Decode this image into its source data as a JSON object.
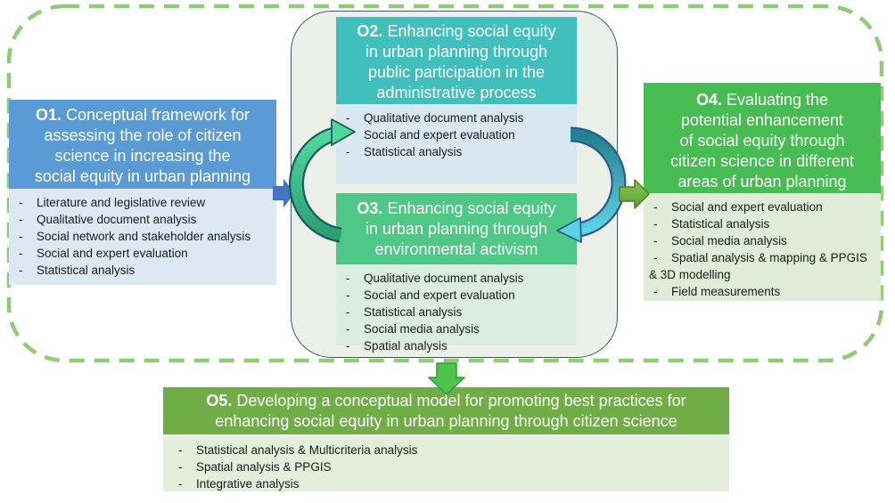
{
  "figure": {
    "kind": "research-objectives-diagram",
    "dashed_border_color": "#8FCB78"
  },
  "ui": {
    "bullet": "-"
  },
  "core": {
    "bg": "#EBF0E8",
    "border": "#44546A"
  },
  "boxes": {
    "o1": {
      "prefix": "O1.",
      "title": "Conceptual framework for assessing the role of citizen science in increasing the social equity in urban planning",
      "header_bg": "#5B9BD5",
      "body_bg": "#DCE9F5",
      "items": [
        "Literature and legislative review",
        "Qualitative document analysis",
        "Social network and stakeholder analysis",
        "Social and expert evaluation",
        "Statistical analysis"
      ]
    },
    "o2": {
      "prefix": "O2.",
      "title": "Enhancing social equity in urban planning through public participation in the administrative process",
      "header_bg": "#40BFBC",
      "body_bg": "#D8E7F0",
      "items": [
        "Qualitative document analysis",
        "Social and expert evaluation",
        "Statistical analysis"
      ]
    },
    "o3": {
      "prefix": "O3.",
      "title": "Enhancing social equity in urban planning through environmental activism",
      "header_bg": "#4EC787",
      "body_bg": "#DBEDE2",
      "items": [
        "Qualitative document analysis",
        "Social and expert evaluation",
        "Statistical analysis",
        "Social media analysis",
        "Spatial analysis"
      ]
    },
    "o4": {
      "prefix": "O4.",
      "title": "Evaluating the potential enhancement of social equity through citizen science in different areas of urban planning",
      "header_bg": "#46BC52",
      "body_bg": "#DFEDD8",
      "items": [
        "Social and expert evaluation",
        "Statistical analysis",
        "Social media analysis",
        "Spatial analysis & mapping & PPGIS & 3D modelling",
        "Field measurements"
      ]
    },
    "o5": {
      "prefix": "O5.",
      "title": "Developing a conceptual model for promoting best practices for enhancing social equity in urban planning through citizen science",
      "header_bg": "#70AD47",
      "body_bg": "#E3EEDB",
      "items": [
        "Statistical analysis & Multicriteria analysis",
        "Spatial analysis & PPGIS",
        "Integrative analysis"
      ]
    }
  },
  "arrows": {
    "o1_to_core": {
      "fill": "#4472C4"
    },
    "core_to_o4": {
      "fill_top": "#8CC653",
      "fill_bottom": "#5E9E37",
      "stroke": "#537D2B"
    },
    "core_to_o5": {
      "fill": "#4FC14F",
      "stroke": "#2FA02F"
    },
    "cycle_up": {
      "start": "#2B9E72",
      "end": "#52D89A",
      "outline": "#1D5964",
      "head": "#52D89A"
    },
    "cycle_down": {
      "start": "#23808E",
      "end": "#5FD2E8",
      "outline": "#2B5D8C",
      "head": "#5BD0E6"
    }
  }
}
